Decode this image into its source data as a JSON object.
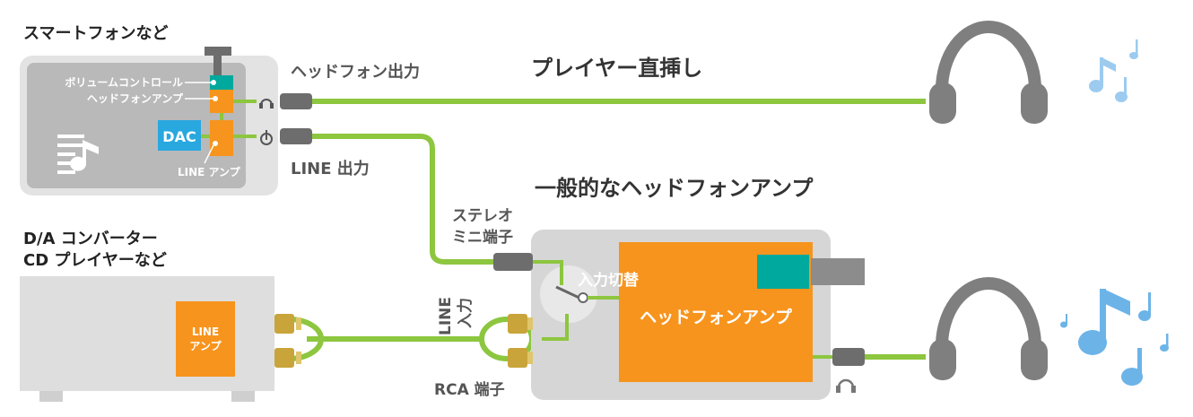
{
  "smartphone": {
    "caption": "スマートフォンなど",
    "volume_label": "ボリュームコントロール",
    "hp_amp_label": "ヘッドフォンアンプ",
    "dac_label": "DAC",
    "line_amp_label": "LINE アンプ"
  },
  "output_labels": {
    "headphone_out": "ヘッドフォン出力",
    "line_out": "LINE 出力"
  },
  "titles": {
    "direct": "プレイヤー直挿し",
    "general": "一般的なヘッドフォンアンプ"
  },
  "cd_player": {
    "caption_line1": "D/A コンバーター",
    "caption_line2": "CD プレイヤーなど",
    "amp_line1": "LINE",
    "amp_line2": "アンプ"
  },
  "amp_unit": {
    "stereo_line1": "ステレオ",
    "stereo_line2": "ミニ端子",
    "line_in_line1": "LINE",
    "line_in_line2": "入力",
    "switch_label": "入力切替",
    "amp_label": "ヘッドフォンアンプ",
    "rca_label": "RCA 端子"
  },
  "colors": {
    "cable_green": "#8dc63f",
    "device_gray": "#d9d9d9",
    "inner_gray": "#bdbdbd",
    "orange": "#f7941d",
    "teal": "#00a99d",
    "dac_blue": "#29a8e0",
    "gold": "#c9a43a",
    "headphone_gray": "#7f7f7f",
    "note_blue": "#6cb4e8"
  },
  "icons": [
    "headphone-icon",
    "music-note-icon",
    "usb-icon",
    "music-file-icon"
  ]
}
